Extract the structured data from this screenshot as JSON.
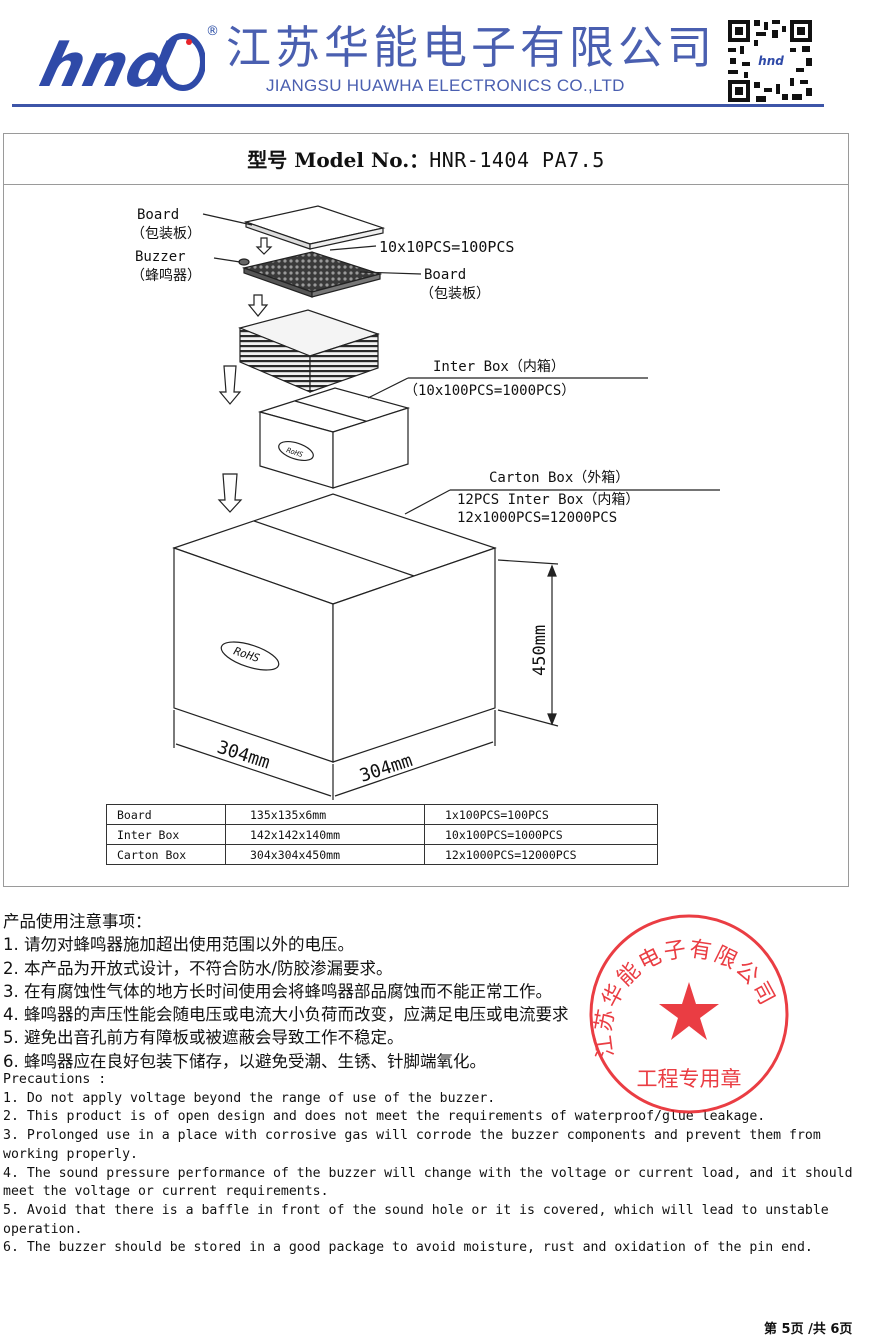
{
  "header": {
    "logo_text": "hnd",
    "registered_mark": "®",
    "company_name_cn": "江苏华能电子有限公司",
    "company_name_en": "JIANGSU HUAWHA ELECTRONICS CO.,LTD",
    "qr_logo_text": "hnd",
    "brand_color": "#3d55a8"
  },
  "model": {
    "label": "型号 Model No.：",
    "value": "HNR-1404 PA7.5"
  },
  "diagram": {
    "board_top": "Board",
    "board_top_cn": "（包装板）",
    "buzzer": "Buzzer",
    "buzzer_cn": "（蜂鸣器）",
    "grid_qty": "10x10PCS=100PCS",
    "board_mid": "Board",
    "board_mid_cn": "（包装板）",
    "inter_box": "Inter Box（内箱）",
    "inter_box_qty": "（10x100PCS=1000PCS）",
    "rohs": "RoHS",
    "carton_box": "Carton Box（外箱）",
    "carton_line2": "12PCS Inter Box（内箱）",
    "carton_line3": "12x1000PCS=12000PCS",
    "dim_height": "450mm",
    "dim_width_left": "304mm",
    "dim_width_right": "304mm"
  },
  "spec_table": {
    "rows": [
      [
        "Board",
        "135x135x6mm",
        "1x100PCS=100PCS"
      ],
      [
        "Inter Box",
        "142x142x140mm",
        "10x100PCS=1000PCS"
      ],
      [
        "Carton Box",
        "304x304x450mm",
        "12x1000PCS=12000PCS"
      ]
    ]
  },
  "notes_cn": {
    "title": "产品使用注意事项：",
    "items": [
      "1.  请勿对蜂鸣器施加超出使用范围以外的电压。",
      "2.  本产品为开放式设计，不符合防水/防胶渗漏要求。",
      "3.  在有腐蚀性气体的地方长时间使用会将蜂鸣器部品腐蚀而不能正常工作。",
      "4.  蜂鸣器的声压性能会随电压或电流大小负荷而改变，应满足电压或电流要求",
      "5.  避免出音孔前方有障板或被遮蔽会导致工作不稳定。",
      "6.  蜂鸣器应在良好包装下储存，以避免受潮、生锈、针脚端氧化。"
    ]
  },
  "notes_en": {
    "title": "Precautions :",
    "items": [
      "1. Do not apply voltage beyond the range of use of the buzzer.",
      "2. This product is of open design and does not meet the requirements of waterproof/glue leakage.",
      "3. Prolonged use in a place with corrosive gas will corrode the buzzer components and prevent them from working properly.",
      "4. The sound pressure performance of the buzzer will change with the voltage or current load, and it should meet the voltage or current requirements.",
      "5. Avoid that there is a baffle in front of the sound hole or it is covered, which will lead to unstable operation.",
      "6. The buzzer should be stored in a good package to avoid moisture, rust and oxidation of the pin end."
    ]
  },
  "stamp": {
    "ring_text": "江苏华能电子有限公司",
    "center_text": "工程专用章",
    "color": "#e8232a"
  },
  "footer": {
    "page_label": "第 5页 /共 6页"
  }
}
